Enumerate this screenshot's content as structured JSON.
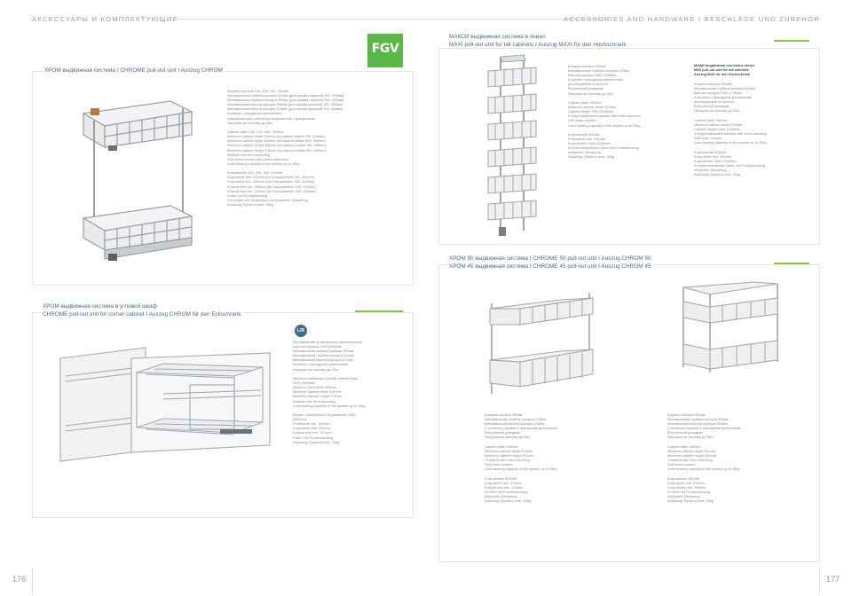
{
  "header": {
    "left": "АКСЕССУАРЫ И КОМПЛЕКТУЮЩИЕ",
    "right": "ACCESSORIES AND HARDWARE I BESCHLÄGE UND ZUBEHÖR"
  },
  "logo": {
    "text": "FGV",
    "color": "#5bb848"
  },
  "page_numbers": {
    "left": "176",
    "right": "177"
  },
  "products": {
    "chrom": {
      "title": "ХРОМ  выдвижная система I CHROME pull-out unit I Auszug CHROM",
      "specs": [
        "Ширина корпуса 150, 200, 300, 400мм",
        "Минимальная глубина корпуса 511мм (для шкафа шириной 150, 200мм)",
        "Минимальная глубина корпуса 481мм (для шкафа шириной 300, 400мм)",
        "Минимальная высота корпуса 386мм (для шкафа шириной 150, 200мм)",
        "Минимальная высота корпуса 376мм (для шкафа шириной 300, 400мм)",
        "Корзины с фасадным креплением",
        "Направляющие частичного выдвижения с доводчиком",
        "Нагрузка на систему до 25кг",
        "",
        "Cabinet width 150, 200, 300, 400mm",
        "Minimum cabinet depth 511mm (for cabinet widths 150, 200mm)",
        "Minimum cabinet depth 481mm (for cabinet widths 300, 400mm)",
        "Minimum cabinet height 386mm (for cabinet widths 150, 200mm)",
        "Minimum cabinet height 376mm (for cabinet widths 300, 400mm)",
        "Baskets with front-mounting",
        "Soft close runners with partial extension",
        "Load bearing capacity of the system up to 25kg",
        "",
        "Korpusbreite 150, 200, 300, 400mm",
        "Korpustiefe min. 511mm (für Korpusbreiten 150, 200mm)",
        "Korpustiefe min. 481mm (für Korpusbreiten 300, 400mm)",
        "Korpushöhe min. 386mm (für Korpusbreiten 150, 200mm)",
        "Korpushöhe min. 376mm (für Korpusbreiten 300, 400mm)",
        "Körbe mit Frontanbindung",
        "Führungen mit Teilauszug und integrierter Dämpfung",
        "Zuladung (System) max. 25kg"
      ]
    },
    "corner": {
      "title_ru": "ХРОМ выдвижная система в угловой шкаф",
      "title_en": "CHROME pull-out unit  for corner cabinet I Auszug CHROM für den Eckschrank",
      "badge": "L/R",
      "specs": [
        "Минимальная установочная (фактическая)",
        "ширина корпуса 1000 (960)мм",
        "Минимальная ширина фасада 450мм",
        "Минимальная глубина корпуса 511мм",
        "Минимальная высота корпуса 571мм",
        "Корзины с фасадным креплением",
        "Нагрузка на систему до 25кг",
        "",
        "Minimum installation (actual) cabinet width",
        "1000 (960)mm",
        "Minimum front width 450mm",
        "Minimum cabinet depth 511mm",
        "Minimum cabinet height 571mm",
        "Baskets with front-mounting",
        "Load bearing capacity of the system up to 25kg",
        "",
        "Einbau- (tatsächliche) Korpusbreite 1000",
        "(960)mm",
        "Frontbreite min. 450mm",
        "Korpustiefe min. 511mm",
        "Korpushöhe min. 571mm",
        "Körbe mit Frontanbindung",
        "Zuladung (System) max. 25kg"
      ]
    },
    "maxi": {
      "title_ru": "МАКСИ выдвижная система в пенал",
      "title_en": "MAXI pull-out unit for tall cabinets I Auszug MAXI für den Hochschrank",
      "specs": [
        "Ширина корпуса 400мм",
        "Минимальная глубина корпуса 510мм",
        "Высота корпуса 1946-2246мм",
        "6 корзин с фасадным креплением,",
        "регулируемые по высоте",
        "Встроенный доводчик",
        "Нагрузка на систему до 25кг",
        "",
        "Cabinet width 400mm",
        "Minimum cabinet depth 510mm",
        "Cabinet height 1946-2246mm",
        "6 height-adjustable baskets with front-mounting",
        "Soft close runners",
        "Load bearing capacity of the system up to 25kg",
        "",
        "Korpusbreite 400mm",
        "Korpustiefe min. 510mm",
        "Korpushöhe 1946-2246mm",
        "6 höhenverstellbare Körbe mit Frontanbindung",
        "Integrierte Dämpfung",
        "Zuladung (System) max. 25kg"
      ]
    },
    "midi": {
      "title_lines": [
        "МИДИ выдвижная система в пенал",
        "MIDI pull-out unit for tall cabinets",
        "Auszug MIDI für den Hochschrank"
      ],
      "specs": [
        "Ширина корпуса 300мм",
        "Минимальная глубина корпуса 510мм",
        "Высота корпуса 1346-1746мм",
        "4 корзины с фасадным креплением,",
        "регулируемые по высоте",
        "Встроенный доводчик",
        "Нагрузка на систему до 25кг",
        "",
        "Cabinet width 300mm",
        "Minimum cabinet depth 510mm",
        "Cabinet height 1346-1746mm",
        "4 height-adjustable baskets with front-mounting",
        "Soft close runners",
        "Load bearing capacity of the system up to 25kg",
        "",
        "Korpusbreite 300mm",
        "Korpustiefe min. 510mm",
        "Korpushöhe 1346-1746mm",
        "4 höhenverstellbare Körbe mit Frontanbindung",
        "Integrierte Dämpfung",
        "Zuladung (System) max. 25kg"
      ]
    },
    "chrom50_45": {
      "title_line1": "ХРОМ 50  выдвижная система I CHROME 50 pull-out unit I Auszug CHROM 50",
      "title_line2": "ХРОМ 45  выдвижная система I CHROME 45 pull-out unit I Auszug CHROM 45",
      "specs_50": [
        "Ширина корпуса 500мм",
        "Минимальная глубина корпуса 476мм",
        "Минимальная высота корпуса 576мм",
        "2 сетчатые корзины с фасадным креплением",
        "Встроенный доводчик",
        "Нагрузка на систему до 25кг",
        "",
        "Cabinet width 500mm",
        "Minimum cabinet depth 476mm",
        "Minimum cabinet height 576mm",
        "2 baskets with front-mounting",
        "Soft close runners",
        "Load bearing capacity of the system up to 25kg",
        "",
        "Korpusbreite 500mm",
        "Korpustiefe min. 476mm",
        "Korpushöhe min. 576mm",
        "2 Körbe mit Frontanbindung",
        "Integrierte Dämpfung",
        "Zuladung (System) max. 25kg"
      ],
      "specs_45": [
        "Ширина корпуса 450мм",
        "Минимальная глубина корпуса 511мм",
        "Минимальная высота корпуса 560мм",
        "2 сетчатые корзины с фасадным креплением",
        "Встроенный доводчик",
        "Нагрузка на систему до 25кг",
        "",
        "Cabinet width 450mm",
        "Minimum cabinet depth 511mm",
        "Minimum cabinet height 560mm",
        "2 baskets with front-mounting",
        "Soft close runners",
        "Load bearing capacity of the system up to 25kg",
        "",
        "Korpusbreite 450mm",
        "Korpustiefe min. 511mm",
        "Korpushöhe min. 560mm",
        "2 Körbe mit Frontanbindung",
        "Integrierte Dämpfung",
        "Zuladung (System) max. 25kg"
      ]
    }
  }
}
